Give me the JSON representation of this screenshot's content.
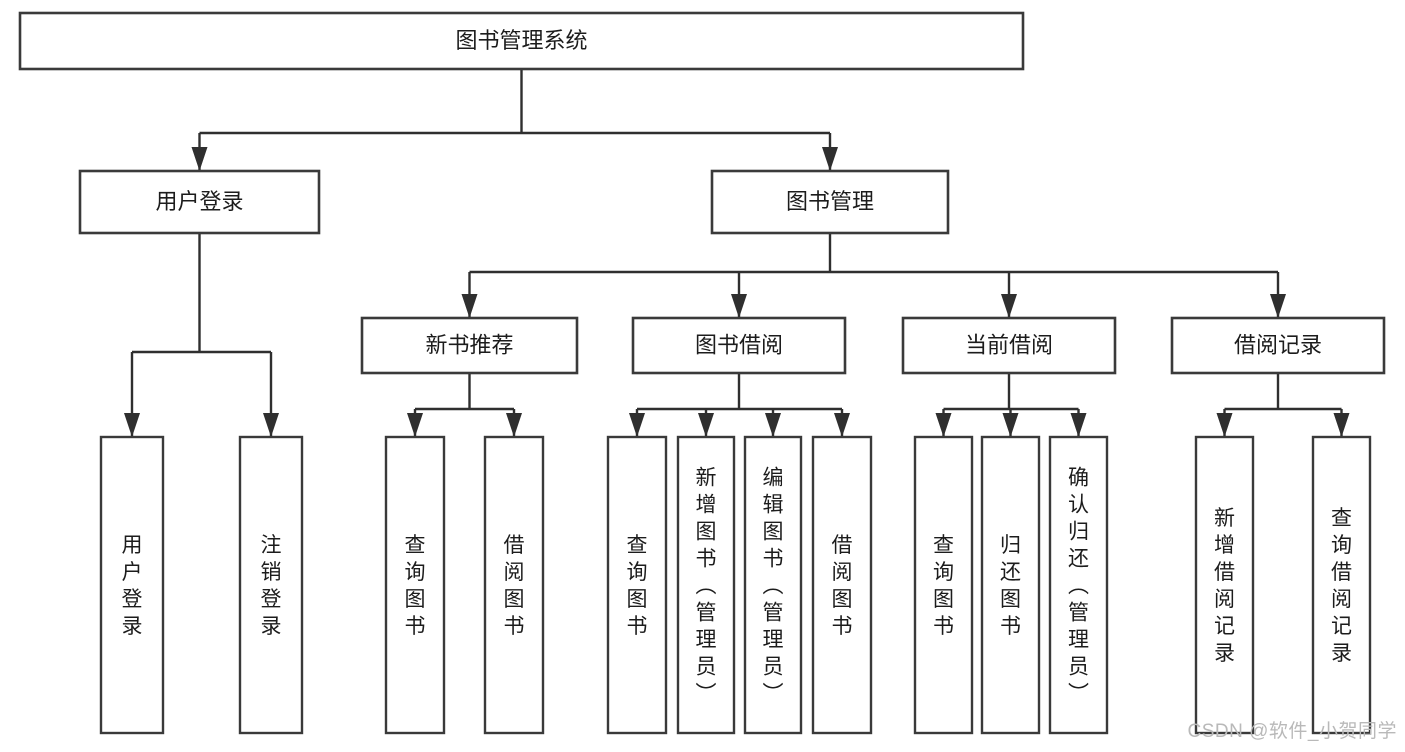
{
  "chart_data": {
    "type": "diagram",
    "title": "图书管理系统",
    "diagram_kind": "functional-decomposition-tree",
    "orientation": "top-down",
    "levels": 4,
    "nodes": {
      "root": {
        "label": "图书管理系统",
        "level": 1,
        "orientation": "horizontal"
      },
      "user_login": {
        "label": "用户登录",
        "level": 2,
        "orientation": "horizontal"
      },
      "book_manage": {
        "label": "图书管理",
        "level": 2,
        "orientation": "horizontal"
      },
      "new_book_rec": {
        "label": "新书推荐",
        "level": 3,
        "orientation": "horizontal"
      },
      "book_borrow": {
        "label": "图书借阅",
        "level": 3,
        "orientation": "horizontal"
      },
      "current_borrow": {
        "label": "当前借阅",
        "level": 3,
        "orientation": "horizontal"
      },
      "borrow_record": {
        "label": "借阅记录",
        "level": 3,
        "orientation": "horizontal"
      },
      "leaf_user_login": {
        "label": "用户登录",
        "level": 3,
        "orientation": "vertical"
      },
      "leaf_logout": {
        "label": "注销登录",
        "level": 3,
        "orientation": "vertical"
      },
      "leaf_query_book_1": {
        "label": "查询图书",
        "level": 4,
        "orientation": "vertical"
      },
      "leaf_borrow_book_1": {
        "label": "借阅图书",
        "level": 4,
        "orientation": "vertical"
      },
      "leaf_query_book_2": {
        "label": "查询图书",
        "level": 4,
        "orientation": "vertical"
      },
      "leaf_add_book": {
        "label": "新增图书（管理员）",
        "level": 4,
        "orientation": "vertical"
      },
      "leaf_edit_book": {
        "label": "编辑图书（管理员）",
        "level": 4,
        "orientation": "vertical"
      },
      "leaf_borrow_book_2": {
        "label": "借阅图书",
        "level": 4,
        "orientation": "vertical"
      },
      "leaf_query_book_3": {
        "label": "查询图书",
        "level": 4,
        "orientation": "vertical"
      },
      "leaf_return_book": {
        "label": "归还图书",
        "level": 4,
        "orientation": "vertical"
      },
      "leaf_confirm_return": {
        "label": "确认归还（管理员）",
        "level": 4,
        "orientation": "vertical"
      },
      "leaf_add_record": {
        "label": "新增借阅记录",
        "level": 4,
        "orientation": "vertical"
      },
      "leaf_query_record": {
        "label": "查询借阅记录",
        "level": 4,
        "orientation": "vertical"
      }
    },
    "edges": [
      {
        "from": "root",
        "to": "user_login"
      },
      {
        "from": "root",
        "to": "book_manage"
      },
      {
        "from": "user_login",
        "to": "leaf_user_login"
      },
      {
        "from": "user_login",
        "to": "leaf_logout"
      },
      {
        "from": "book_manage",
        "to": "new_book_rec"
      },
      {
        "from": "book_manage",
        "to": "book_borrow"
      },
      {
        "from": "book_manage",
        "to": "current_borrow"
      },
      {
        "from": "book_manage",
        "to": "borrow_record"
      },
      {
        "from": "new_book_rec",
        "to": "leaf_query_book_1"
      },
      {
        "from": "new_book_rec",
        "to": "leaf_borrow_book_1"
      },
      {
        "from": "book_borrow",
        "to": "leaf_query_book_2"
      },
      {
        "from": "book_borrow",
        "to": "leaf_add_book"
      },
      {
        "from": "book_borrow",
        "to": "leaf_edit_book"
      },
      {
        "from": "book_borrow",
        "to": "leaf_borrow_book_2"
      },
      {
        "from": "current_borrow",
        "to": "leaf_query_book_3"
      },
      {
        "from": "current_borrow",
        "to": "leaf_return_book"
      },
      {
        "from": "current_borrow",
        "to": "leaf_confirm_return"
      },
      {
        "from": "borrow_record",
        "to": "leaf_add_record"
      },
      {
        "from": "borrow_record",
        "to": "leaf_query_record"
      }
    ],
    "colors": {
      "background": "#ffffff",
      "box_fill": "#ffffff",
      "box_stroke": "#3a3a3a",
      "connector": "#2f2f2f",
      "text": "#1c1c1c",
      "watermark": "#b9b9b9"
    }
  },
  "watermark": {
    "text": "CSDN @软件_小贺同学"
  }
}
